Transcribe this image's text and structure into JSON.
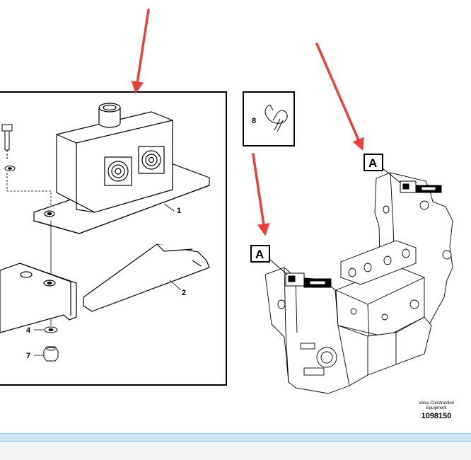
{
  "labels": {
    "part_1": "1",
    "part_2": "2",
    "part_4": "4",
    "part_7": "7",
    "part_8": "8",
    "view_a_top": "A",
    "view_a_left": "A"
  },
  "credit": {
    "line1": "Volvo Construction",
    "line2": "Equipment",
    "number": "1098150"
  },
  "colors": {
    "arrow": "#e8403a",
    "line": "#000000",
    "highlight_bar": "#cfe3f7"
  }
}
